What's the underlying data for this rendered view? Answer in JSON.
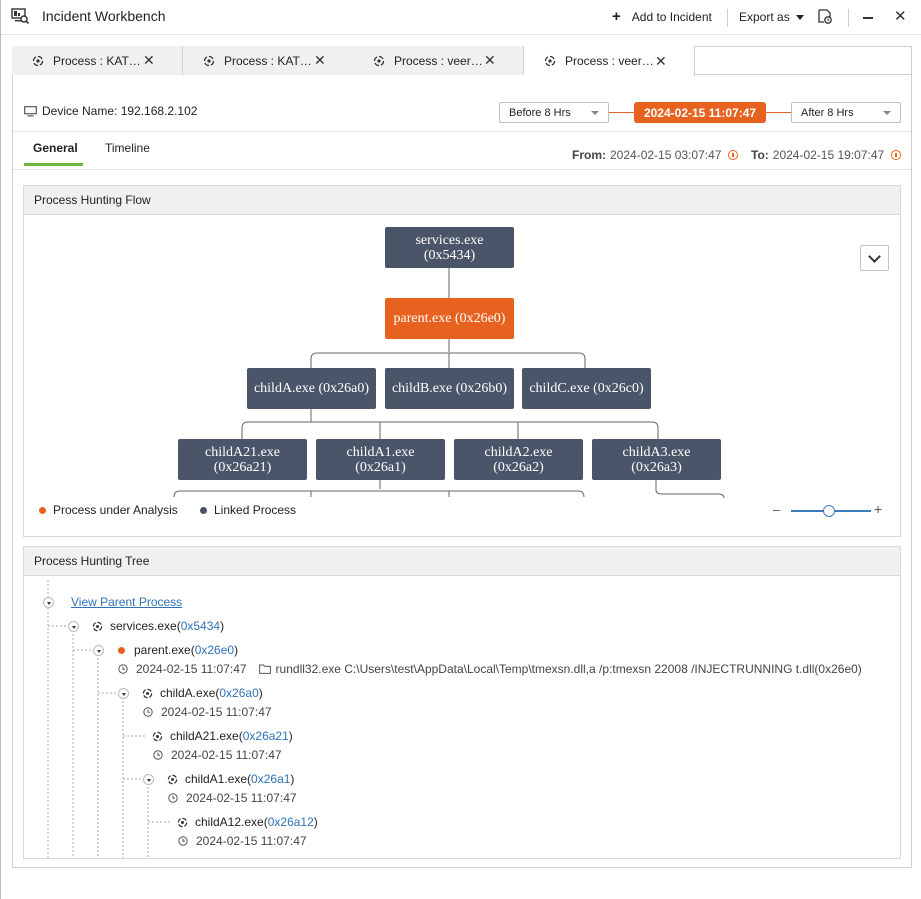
{
  "window": {
    "title": "Incident Workbench",
    "add_to_incident": "Add to Incident",
    "export_as": "Export as"
  },
  "tabs": [
    {
      "label": "Process : KAT…",
      "active": false
    },
    {
      "label": "Process : KAT…",
      "active": false
    },
    {
      "label": "Process : veer…",
      "active": false
    },
    {
      "label": "Process : veer…",
      "active": true
    }
  ],
  "device": {
    "label": "Device Name:",
    "value": "192.168.2.102"
  },
  "time_range": {
    "before": "Before 8 Hrs",
    "center": "2024-02-15 11:07:47",
    "after": "After 8 Hrs",
    "from_label": "From:",
    "from_value": "2024-02-15 03:07:47",
    "to_label": "To:",
    "to_value": "2024-02-15 19:07:47"
  },
  "subtabs": {
    "general": "General",
    "timeline": "Timeline"
  },
  "flow": {
    "title": "Process Hunting Flow",
    "nodes": {
      "services": {
        "name": "services.exe",
        "pid": "(0x5434)"
      },
      "parent": "parent.exe (0x26e0)",
      "childA": "childA.exe (0x26a0)",
      "childB": "childB.exe (0x26b0)",
      "childC": "childC.exe (0x26c0)",
      "childA21": {
        "name": "childA21.exe",
        "pid": "(0x26a21)"
      },
      "childA1": {
        "name": "childA1.exe",
        "pid": "(0x26a1)"
      },
      "childA2": {
        "name": "childA2.exe",
        "pid": "(0x26a2)"
      },
      "childA3": {
        "name": "childA3.exe",
        "pid": "(0x26a3)"
      }
    },
    "legend": {
      "analysis": "Process under Analysis",
      "linked": "Linked Process"
    },
    "colors": {
      "analysis": "#e8621f",
      "linked": "#4a5569"
    }
  },
  "tree": {
    "title": "Process Hunting Tree",
    "view_parent": "View Parent Process",
    "items": [
      {
        "name": "services.exe(",
        "pid": "0x5434",
        "close": ")"
      },
      {
        "name": "parent.exe(",
        "pid": "0x26e0",
        "close": ")",
        "time": "2024-02-15 11:07:47",
        "cmd": "rundll32.exe C:\\Users\\test\\AppData\\Local\\Temp\\tmexsn.dll,a /p:tmexsn 22008 /INJECTRUNNING t.dll(0x26e0)"
      },
      {
        "name": "childA.exe(",
        "pid": "0x26a0",
        "close": ")",
        "time": "2024-02-15 11:07:47"
      },
      {
        "name": "childA21.exe(",
        "pid": "0x26a21",
        "close": ")",
        "time": "2024-02-15 11:07:47"
      },
      {
        "name": "childA1.exe(",
        "pid": "0x26a1",
        "close": ")",
        "time": "2024-02-15 11:07:47"
      },
      {
        "name": "childA12.exe(",
        "pid": "0x26a12",
        "close": ")",
        "time": "2024-02-15 11:07:47"
      }
    ]
  }
}
